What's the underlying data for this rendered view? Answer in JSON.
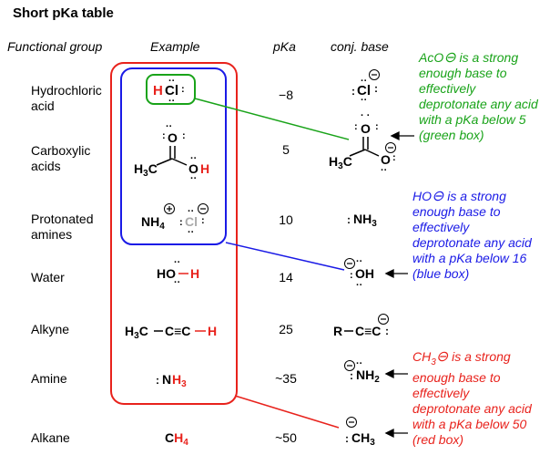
{
  "title": "Short pKa table",
  "headers": {
    "group": "Functional group",
    "example": "Example",
    "pka": "pKa",
    "base": "conj. base"
  },
  "rows": [
    {
      "group_line1": "Hydrochloric",
      "group_line2": "acid",
      "pka": "−8"
    },
    {
      "group_line1": "Carboxylic",
      "group_line2": "acids",
      "pka": "5"
    },
    {
      "group_line1": "Protonated",
      "group_line2": "amines",
      "pka": "10"
    },
    {
      "group_line1": "Water",
      "group_line2": "",
      "pka": "14"
    },
    {
      "group_line1": "Alkyne",
      "group_line2": "",
      "pka": "25"
    },
    {
      "group_line1": "Amine",
      "group_line2": "",
      "pka": "~35"
    },
    {
      "group_line1": "Alkane",
      "group_line2": "",
      "pka": "~50"
    }
  ],
  "notes": {
    "green": {
      "species": "AcO",
      "lines": [
        "is a strong",
        "enough base to",
        "effectively",
        "deprotonate any acid",
        "with a pKa below 5",
        "(green box)"
      ]
    },
    "blue": {
      "species": "HO",
      "lines": [
        "is a strong",
        "enough base to",
        "effectively",
        "deprotonate any acid",
        "with a pKa below 16",
        "(blue box)"
      ]
    },
    "red": {
      "species": "CH",
      "lines": [
        "is a strong",
        "enough base to",
        "effectively",
        "deprotonate any acid",
        "with a pKa below 50",
        "(red box)"
      ]
    }
  },
  "colors": {
    "red": "#e8221c",
    "green": "#19a319",
    "blue": "#1a1ae6"
  }
}
